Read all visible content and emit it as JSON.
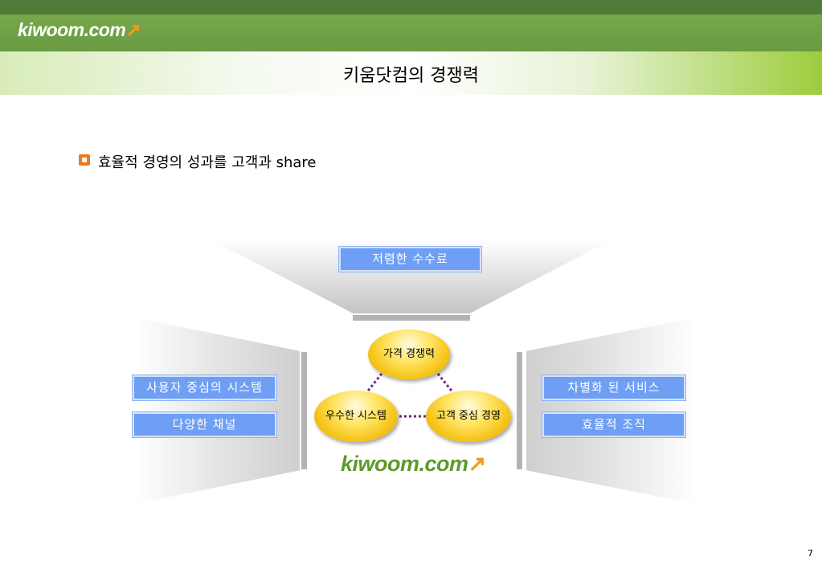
{
  "header": {
    "logo_text": "kiwoom.com",
    "logo_arrow": "↗",
    "title": "키움닷컴의 경쟁력"
  },
  "bullet": {
    "icon": "square-bullet-icon",
    "text": "효율적 경영의 성과를 고객과 share"
  },
  "diagram": {
    "top_label": "저렴한 수수료",
    "left_labels": [
      "사용자 중심의 시스템",
      "다양한 채널"
    ],
    "right_labels": [
      "차별화 된 서비스",
      "효율적 조직"
    ],
    "circles": {
      "top": "가격 경쟁력",
      "left": "우수한 시스템",
      "right": "고객 중심 경영"
    },
    "logo_text": "kiwoom.com",
    "logo_arrow": "↗"
  },
  "colors": {
    "header_dark": "#4f7a3a",
    "header_green": "#6a9a41",
    "box_blue": "#6e9ff4",
    "bullet_orange": "#f07818",
    "connector_purple": "#6a2a82"
  },
  "page_number": "7"
}
